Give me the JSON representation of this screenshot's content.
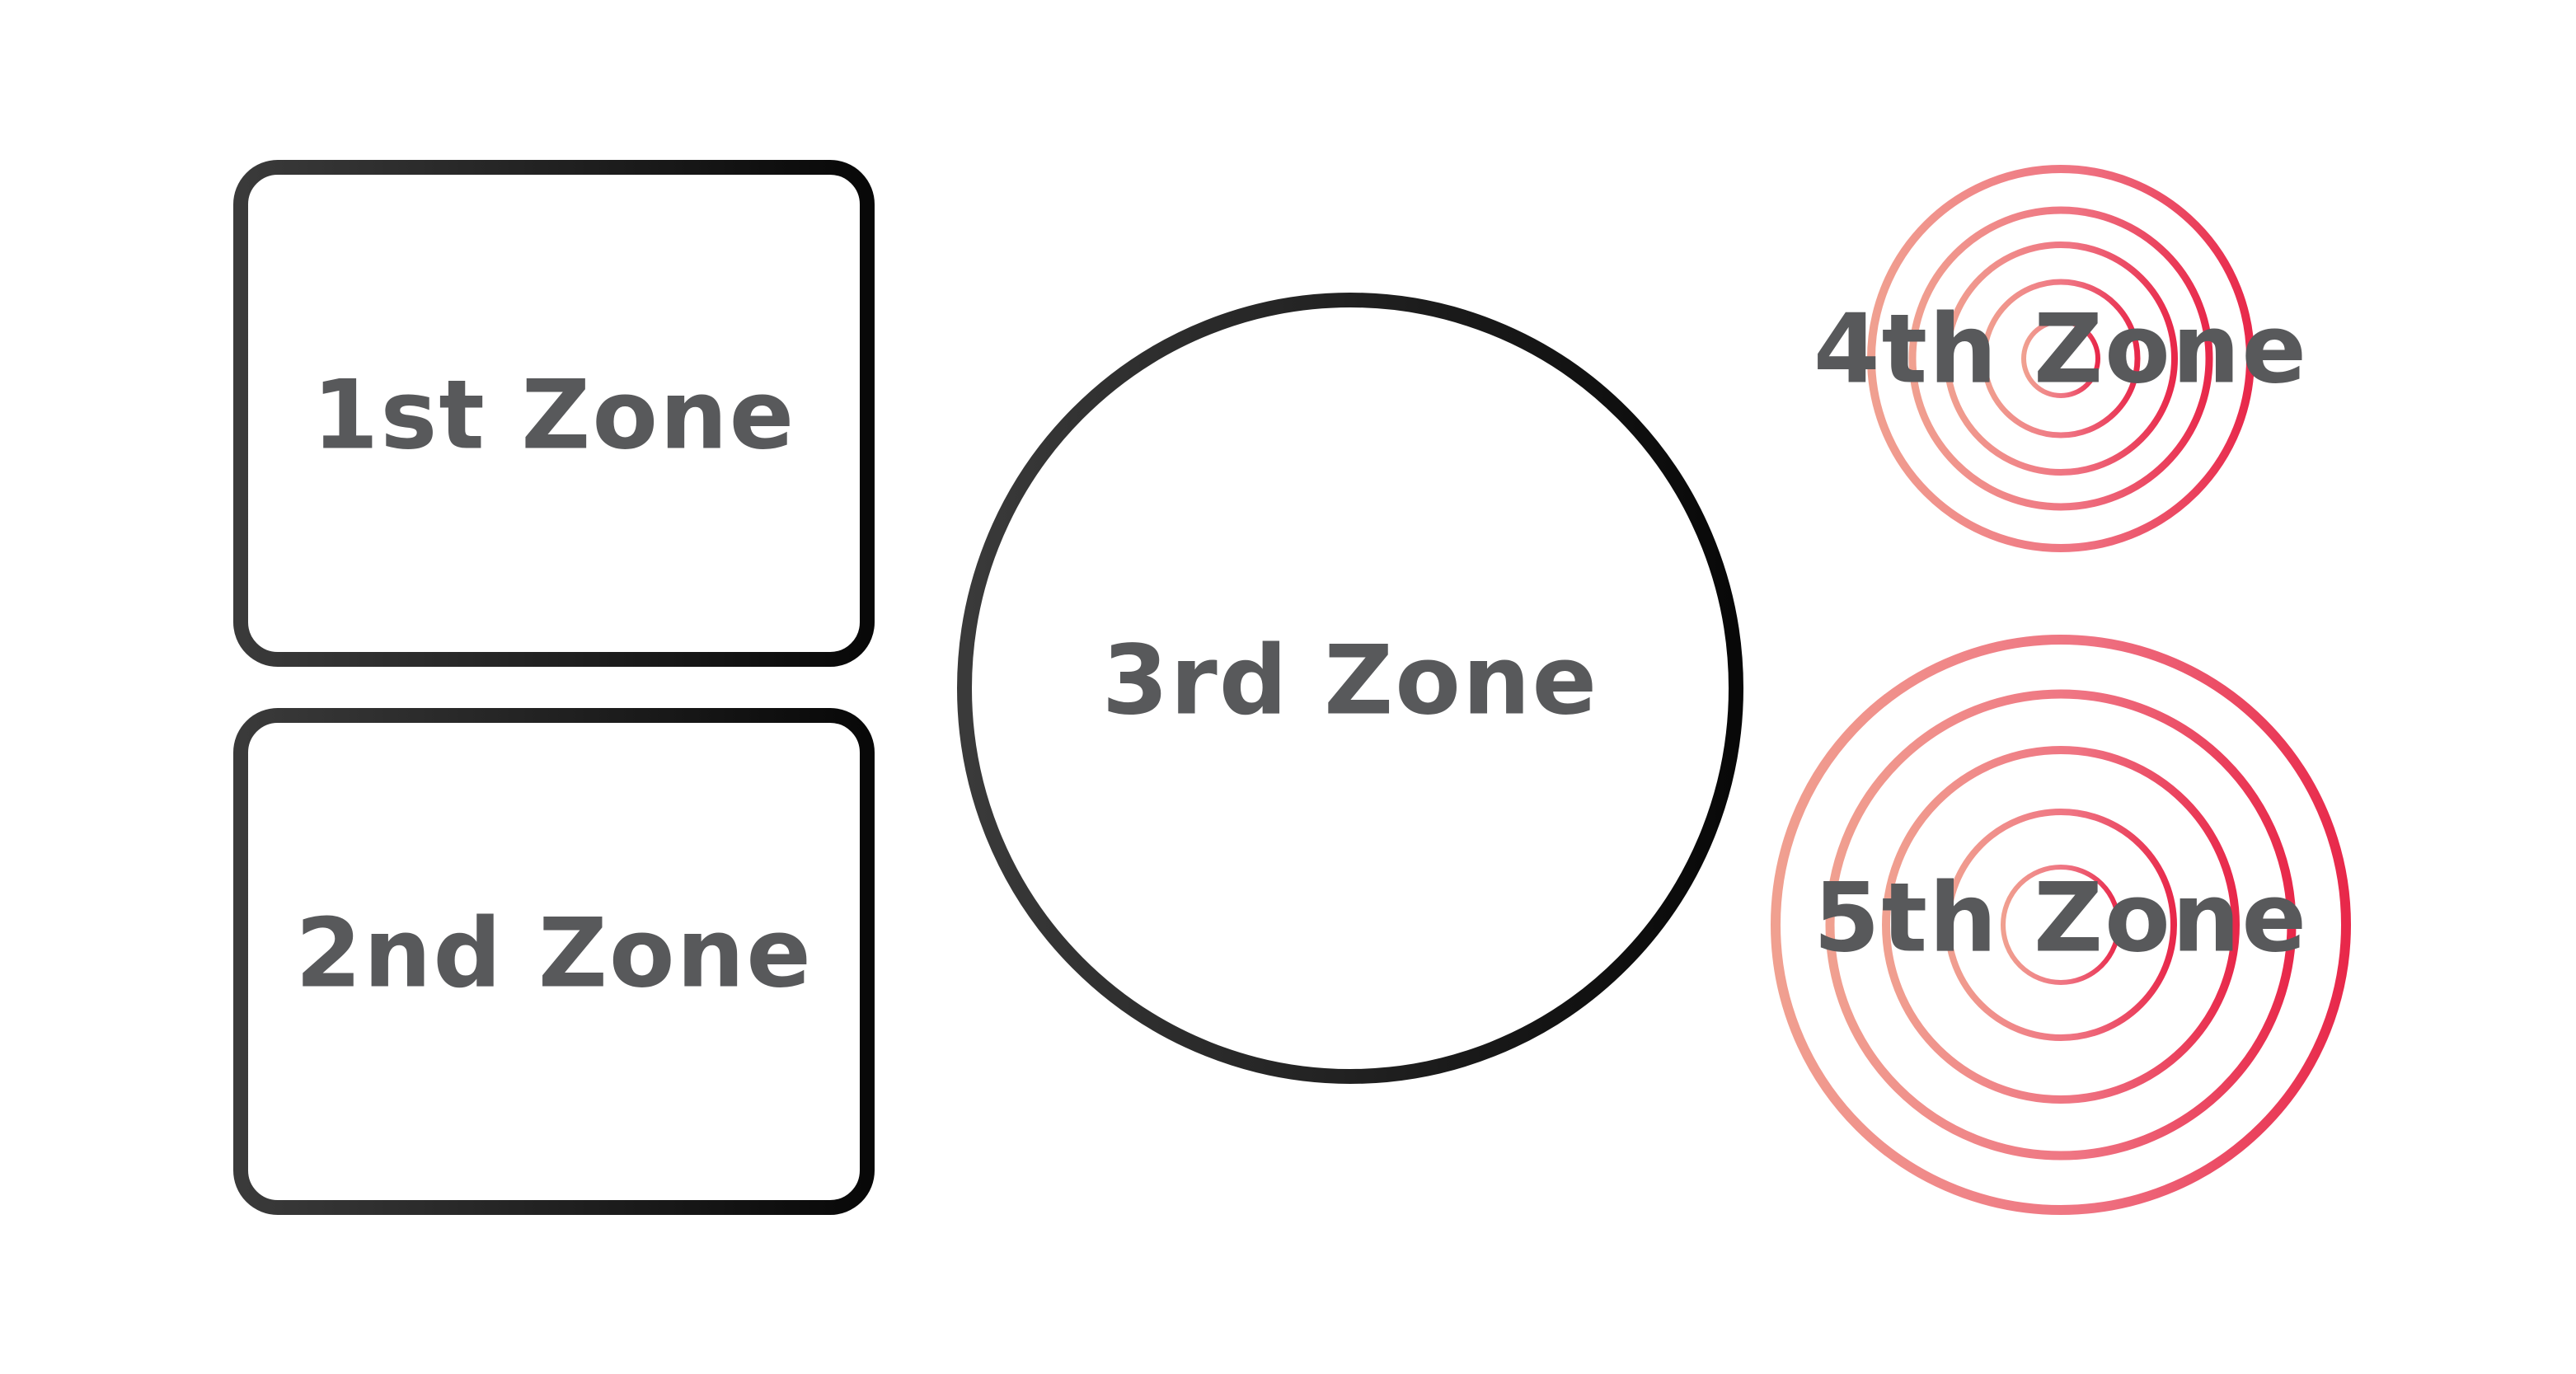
{
  "zones": [
    {
      "label": "1st Zone"
    },
    {
      "label": "2nd Zone"
    },
    {
      "label": "3rd Zone"
    },
    {
      "label": "4th Zone"
    },
    {
      "label": "5th Zone"
    }
  ],
  "colors": {
    "background": "#ffffff",
    "label": "#58595b",
    "outline_dark_start": "#3a3a3a",
    "outline_dark_end": "#080808",
    "ring_light": "#f0a090",
    "ring_mid": "#ef7382",
    "ring_strong": "#e8284a"
  }
}
